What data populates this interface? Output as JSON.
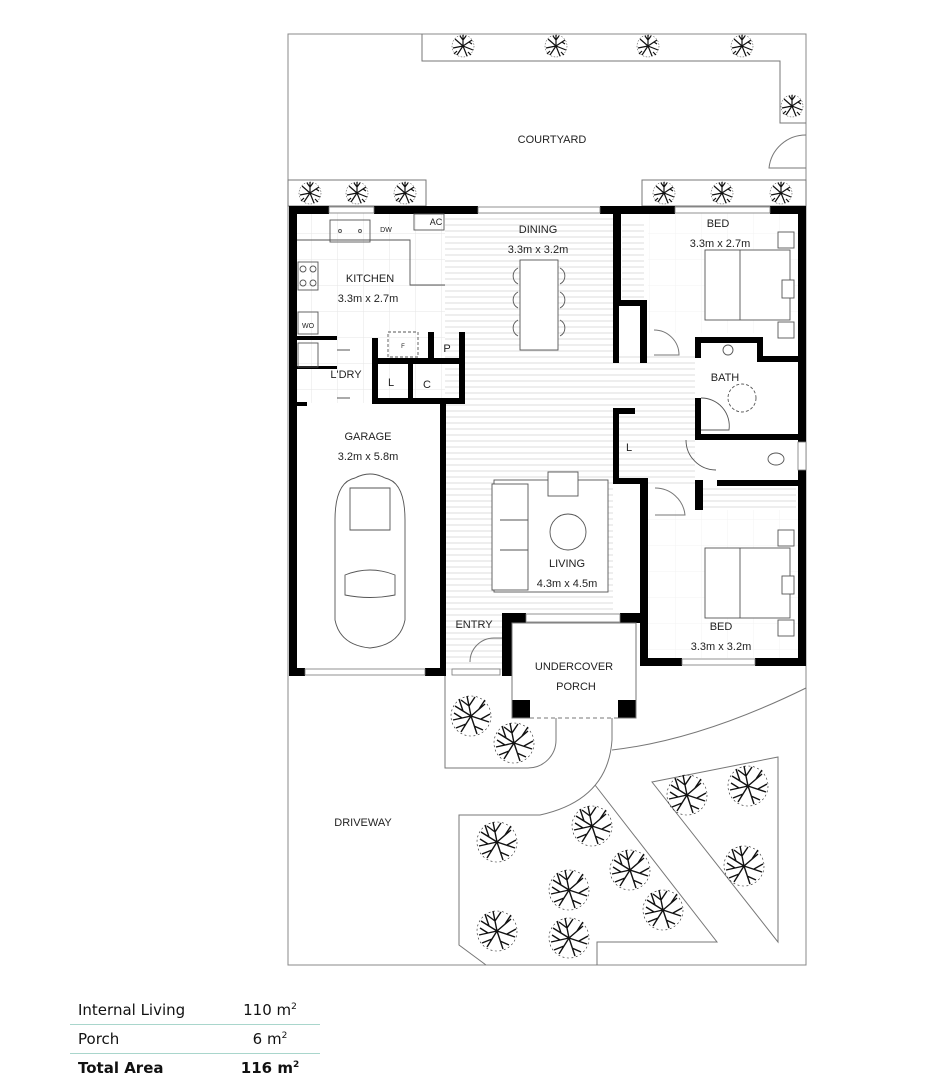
{
  "floorplan": {
    "outdoor_areas": {
      "courtyard": "COURTYARD",
      "driveway": "DRIVEWAY",
      "porch_line1": "UNDERCOVER",
      "porch_line2": "PORCH",
      "entry": "ENTRY"
    },
    "rooms": [
      {
        "name": "KITCHEN",
        "size": "3.3m x 2.7m"
      },
      {
        "name": "DINING",
        "size": "3.3m x 3.2m"
      },
      {
        "name": "BED",
        "size": "3.3m x 2.7m"
      },
      {
        "name": "GARAGE",
        "size": "3.2m x 5.8m"
      },
      {
        "name": "LIVING",
        "size": "4.3m x 4.5m"
      },
      {
        "name": "BED",
        "size": "3.3m x 3.2m"
      },
      {
        "name": "BATH",
        "size": ""
      },
      {
        "name": "L'DRY",
        "size": ""
      }
    ],
    "fixtures": {
      "ac": "AC",
      "dw": "DW",
      "wo": "WO",
      "pantry": "P",
      "linen1": "L",
      "linen2": "L",
      "cupboard": "C",
      "fridge": "F"
    },
    "colors": {
      "wall": "#000000",
      "line": "#555555",
      "floor_hatch": "#d9d9d9",
      "table_rule": "#a9d6cc"
    }
  },
  "area_summary": [
    {
      "label": "Internal Living",
      "value": "110 m",
      "unit_sup": "2"
    },
    {
      "label": "Porch",
      "value": "6 m",
      "unit_sup": "2"
    },
    {
      "label": "Total Area",
      "value": "116 m",
      "unit_sup": "2"
    }
  ]
}
